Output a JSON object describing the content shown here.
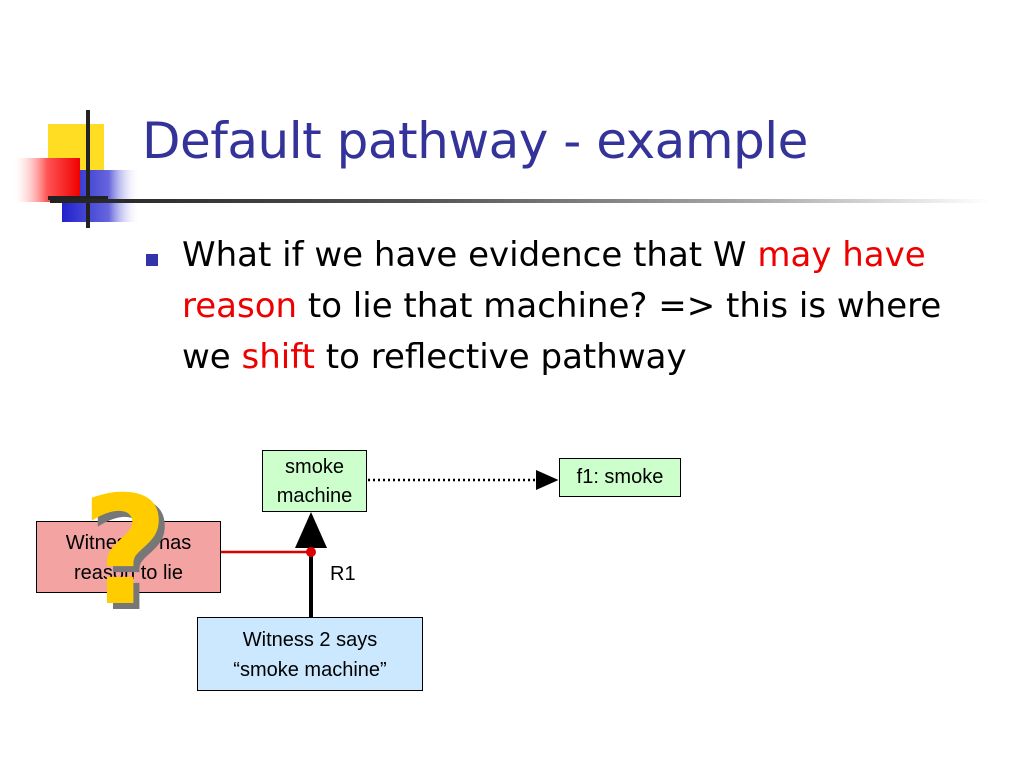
{
  "slide": {
    "title": "Default pathway - example"
  },
  "bullet": {
    "segments": [
      {
        "text": "What if we have evidence that W ",
        "highlight": false
      },
      {
        "text": "may have reason",
        "highlight": true
      },
      {
        "text": " to lie that machine? => this is where we ",
        "highlight": false
      },
      {
        "text": "shift",
        "highlight": true
      },
      {
        "text": " to reflective pathway",
        "highlight": false
      }
    ]
  },
  "diagram": {
    "nodes": {
      "smoke_machine": {
        "line1": "smoke",
        "line2": "machine"
      },
      "f1_smoke": {
        "label": "f1: smoke"
      },
      "witness2": {
        "line1": "Witness 2 says",
        "line2": "“smoke machine”"
      },
      "witness1": {
        "line1": "Witness 1 has",
        "line2": "reason to lie"
      }
    },
    "rule_label": "R1",
    "question_mark": "?"
  },
  "colors": {
    "title": "#333399",
    "highlight": "#ee0000",
    "green_node": "#ccffcc",
    "blue_node": "#cce8ff",
    "red_node": "#f4a3a3",
    "attack_line": "#dd0000",
    "question_mark": "#ffcc00"
  }
}
